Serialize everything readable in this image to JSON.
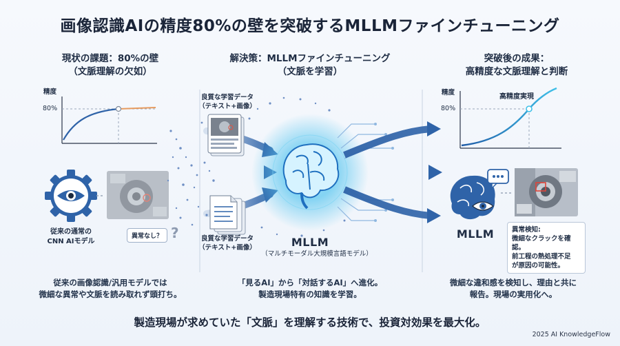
{
  "title": "画像認識AIの精度80%の壁を突破するMLLMファインチューニング",
  "left": {
    "heading_line1": "現状の課題：80%の壁",
    "heading_line2": "（文脈理解の欠如）",
    "chart_ylabel": "精度",
    "chart_tick": "80%",
    "model_line1": "従来の通常の",
    "model_line2": "CNN AIモデル",
    "bubble": "異常なし？",
    "question": "?",
    "desc_line1": "従来の画像認識/汎用モデルでは",
    "desc_line2": "微細な異常や文脈を読み取れず頭打ち。"
  },
  "center": {
    "heading_line1": "解決策：MLLMファインチューニング",
    "heading_line2": "（文脈を学習）",
    "data1_line1": "良質な学習データ",
    "data1_line2": "（テキスト+画像）",
    "data2_line1": "良質な学習データ",
    "data2_line2": "（テキスト+画像）",
    "label_title": "MLLM",
    "label_sub": "（マルチモーダル大規模言語モデル）",
    "desc_line1": "「見るAI」から「対話するAI」へ進化。",
    "desc_line2": "製造現場特有の知識を学習。"
  },
  "right": {
    "heading_line1": "突破後の成果：",
    "heading_line2": "高精度な文脈理解と判断",
    "chart_ylabel": "精度",
    "chart_tick": "80%",
    "chart_annotation": "高精度実現",
    "model_label": "MLLM",
    "callout_line1": "異常検知:",
    "callout_line2": "微細なクラックを確認。",
    "callout_line3": "前工程の熱処理不足",
    "callout_line4": "が原因の可能性。",
    "desc_line1": "微細な違和感を検知し、理由と共に",
    "desc_line2": "報告。現場の実用化へ。"
  },
  "footer": {
    "message": "製造現場が求めていた「文脈」を理解する技術で、投資対効果を最大化。",
    "credit": "2025 AI KnowledgeFlow"
  },
  "colors": {
    "accent_blue": "#2f63a8",
    "curve_orange": "#e79b5f",
    "glow_cyan": "#3fc0e8",
    "navy": "#1c2a3f"
  }
}
